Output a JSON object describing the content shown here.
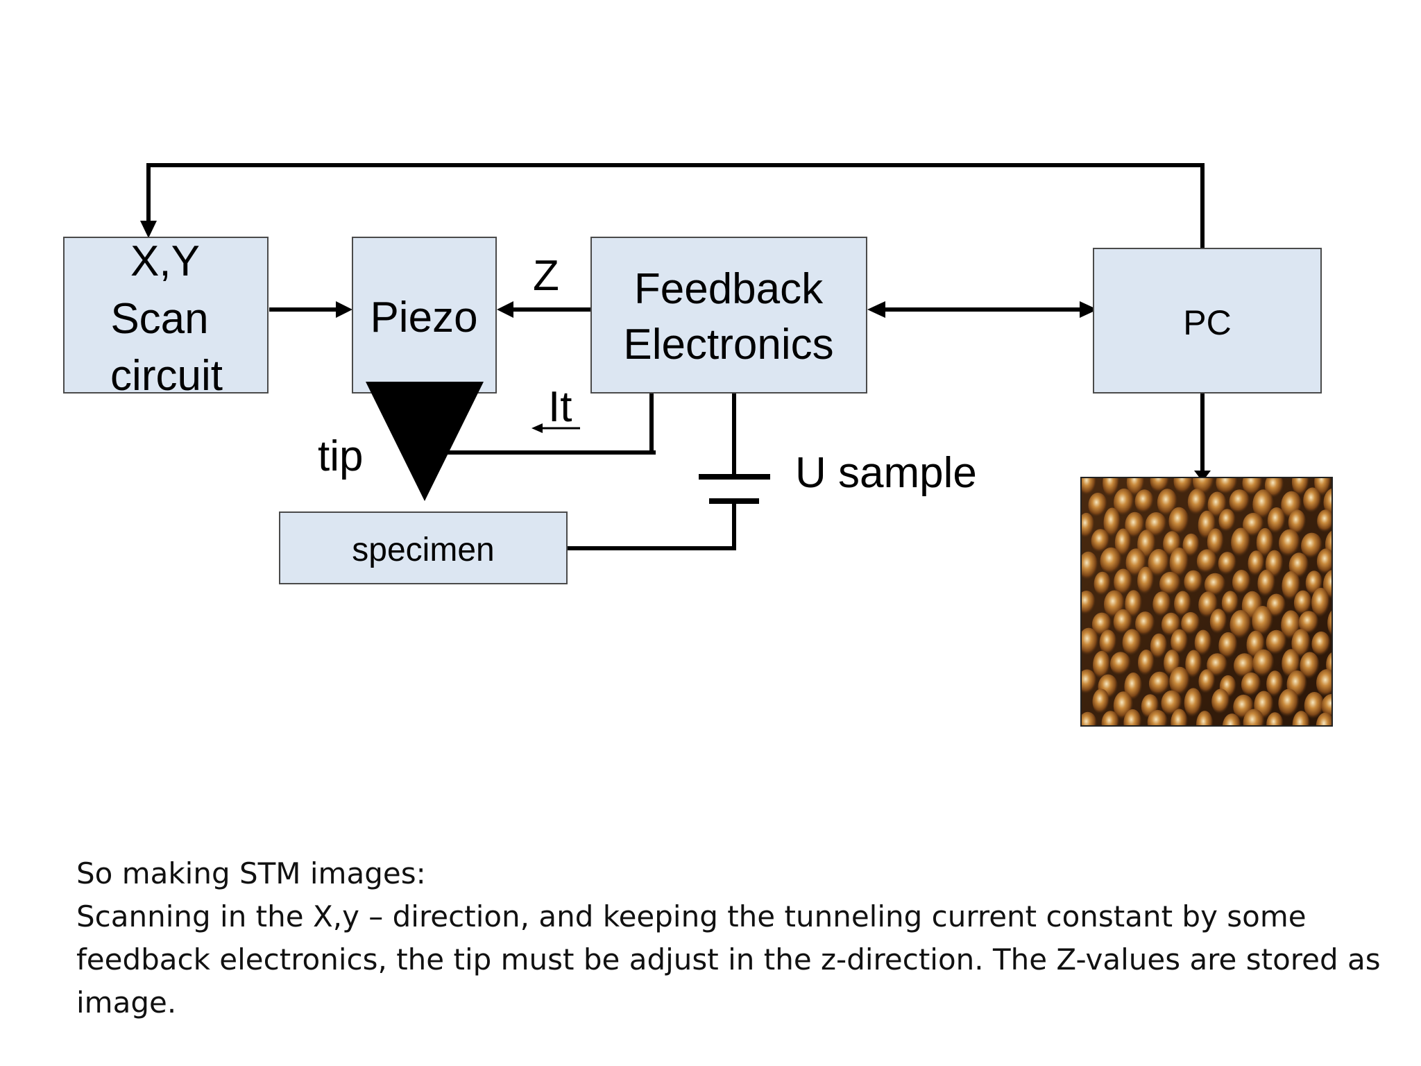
{
  "diagram": {
    "blocks": {
      "scan": {
        "lines": [
          "X,Y",
          "Scan",
          "circuit"
        ]
      },
      "piezo": {
        "label": "Piezo"
      },
      "feedback": {
        "lines": [
          "Feedback",
          "Electronics"
        ]
      },
      "pc": {
        "label": "PC"
      },
      "specimen": {
        "label": "specimen"
      }
    },
    "labels": {
      "z": "Z",
      "it": "It",
      "tip": "tip",
      "u_sample": "U sample"
    },
    "colors": {
      "block_fill": "#dce6f2",
      "block_stroke": "#4a4a4a",
      "wire": "#000000",
      "stm_image_base": "#3a2210",
      "stm_image_highlight": "#f5e3b8"
    }
  },
  "caption": {
    "heading": "So making STM images:",
    "body": "Scanning in the X,y – direction, and keeping the tunneling current constant by some feedback electronics, the tip must be adjust in the z-direction. The Z-values are stored as image."
  }
}
